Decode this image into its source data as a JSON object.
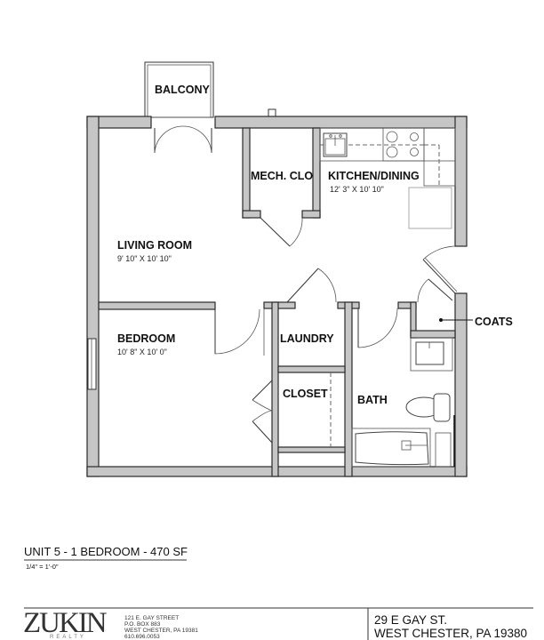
{
  "rooms": {
    "balcony": "BALCONY",
    "mech": "MECH. CLO",
    "kitchen": "KITCHEN/DINING",
    "kitchen_dim": "12' 3\" X 10' 10\"",
    "living": "LIVING ROOM",
    "living_dim": "9' 10\" X 10' 10\"",
    "bedroom": "BEDROOM",
    "bedroom_dim": "10' 8\" X 10' 0\"",
    "laundry": "LAUNDRY",
    "closet": "CLOSET",
    "bath": "BATH",
    "coats": "COATS"
  },
  "title": {
    "unit": "UNIT 5 - 1 BEDROOM - 470 SF",
    "scale": "1/4\" = 1'-0\""
  },
  "footer": {
    "logo": "ZUKIN",
    "logo_sub": "REALTY",
    "company_address": [
      "121 E. GAY STREET",
      "P.O. BOX 883",
      "WEST CHESTER, PA 19381",
      "610.696.0053"
    ],
    "property_line1": "29 E GAY ST.",
    "property_line2": "WEST CHESTER, PA 19380"
  }
}
